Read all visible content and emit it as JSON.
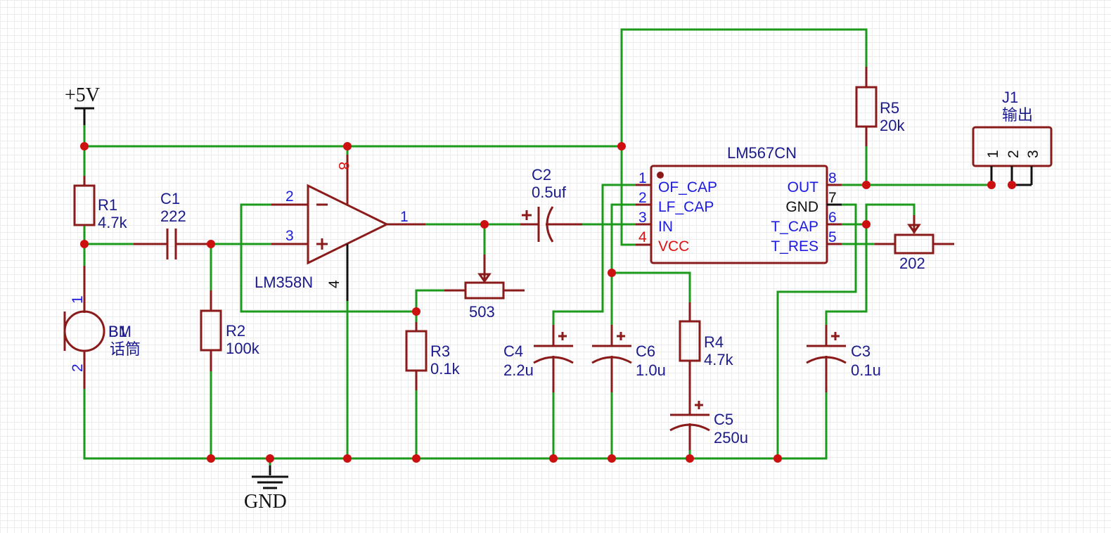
{
  "nets": {
    "vcc": "+5V",
    "gnd": "GND"
  },
  "components": {
    "r1": {
      "ref": "R1",
      "value": "4.7k"
    },
    "r2": {
      "ref": "R2",
      "value": "100k"
    },
    "r3": {
      "ref": "R3",
      "value": "0.1k"
    },
    "r4": {
      "ref": "R4",
      "value": "4.7k"
    },
    "r5": {
      "ref": "R5",
      "value": "20k"
    },
    "c1": {
      "ref": "C1",
      "value": "222"
    },
    "c2": {
      "ref": "C2",
      "value": "0.5uf"
    },
    "c3": {
      "ref": "C3",
      "value": "0.1u"
    },
    "c4": {
      "ref": "C4",
      "value": "2.2u"
    },
    "c5": {
      "ref": "C5",
      "value": "250u"
    },
    "c6": {
      "ref": "C6",
      "value": "1.0u"
    },
    "pot1": {
      "value": "503"
    },
    "pot2": {
      "value": "202"
    },
    "mic": {
      "ref": "BM",
      "ref_overlap": "B1",
      "value": "话筒",
      "pin1": "1",
      "pin2": "2"
    },
    "j1": {
      "ref": "J1",
      "value": "输出",
      "pins": [
        "1",
        "2",
        "3"
      ]
    },
    "u1": {
      "ref": "LM358N",
      "pin_in_minus": "2",
      "pin_in_plus": "3",
      "pin_out": "1",
      "pin_vcc": "8",
      "pin_gnd": "4"
    },
    "u2": {
      "ref": "LM567CN",
      "left_pins": [
        {
          "num": "1",
          "name": "OF_CAP"
        },
        {
          "num": "2",
          "name": "LF_CAP"
        },
        {
          "num": "3",
          "name": "IN"
        },
        {
          "num": "4",
          "name": "VCC"
        }
      ],
      "right_pins": [
        {
          "num": "8",
          "name": "OUT"
        },
        {
          "num": "7",
          "name": "GND"
        },
        {
          "num": "6",
          "name": "T_CAP"
        },
        {
          "num": "5",
          "name": "T_RES"
        }
      ]
    }
  }
}
